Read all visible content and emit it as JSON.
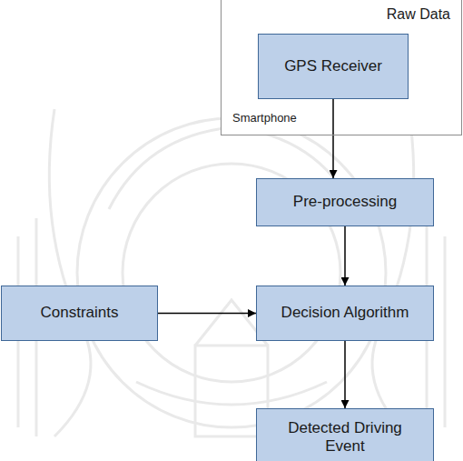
{
  "diagram": {
    "nodes": [
      {
        "text": [
          "Raw Data",
          "Smartphone"
        ]
      },
      {
        "text": [
          "GPS Receiver"
        ],
        "in": 0
      },
      {
        "text": [
          "Pre-processing"
        ]
      },
      {
        "text": [
          "Decision Algorithm"
        ]
      },
      {
        "text": [
          "Constraints"
        ]
      },
      {
        "text": [
          "Detected Driving Event"
        ]
      }
    ],
    "edges": [
      {
        "from": 1,
        "to": 2,
        "arrow": "to"
      },
      {
        "from": 2,
        "to": 3,
        "arrow": "to"
      },
      {
        "from": 4,
        "to": 3,
        "arrow": "to"
      },
      {
        "from": 3,
        "to": 5,
        "arrow": "to"
      }
    ]
  }
}
